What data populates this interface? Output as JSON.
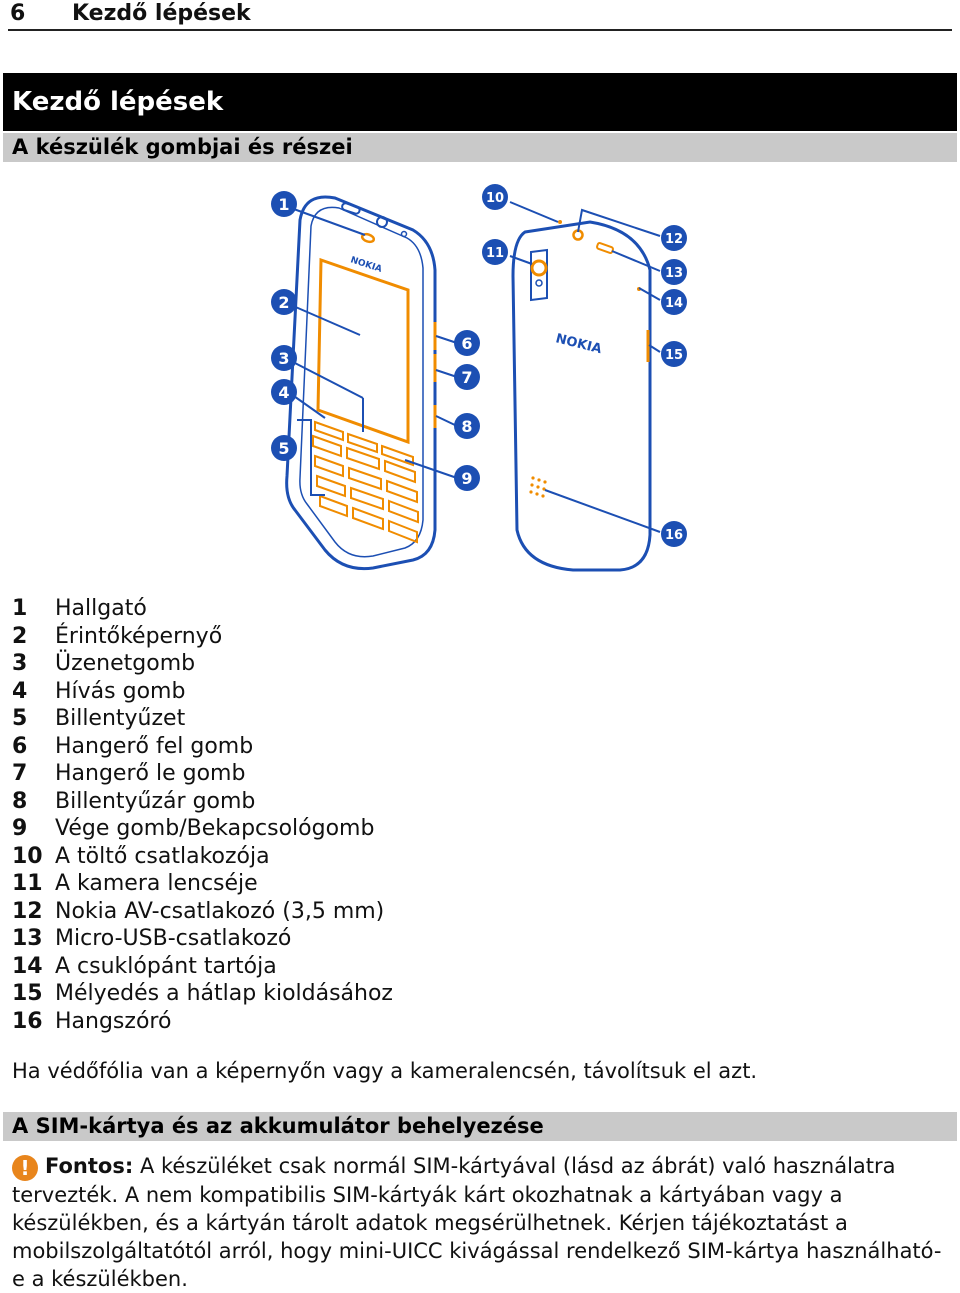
{
  "running_header": {
    "page_number": "6",
    "title": "Kezdő lépések"
  },
  "chapter_title": "Kezdő lépések",
  "sections": {
    "parts": "A készülék gombjai és részei",
    "sim": "A SIM-kártya és az akkumulátor behelyezése"
  },
  "diagram": {
    "brand_front": "NOKIA",
    "brand_back": "NOKIA",
    "callouts": [
      "1",
      "2",
      "3",
      "4",
      "5",
      "6",
      "7",
      "8",
      "9",
      "10",
      "11",
      "12",
      "13",
      "14",
      "15",
      "16"
    ]
  },
  "parts": [
    {
      "num": "1",
      "label": "Hallgató"
    },
    {
      "num": "2",
      "label": "Érintőképernyő"
    },
    {
      "num": "3",
      "label": "Üzenetgomb"
    },
    {
      "num": "4",
      "label": "Hívás gomb"
    },
    {
      "num": "5",
      "label": "Billentyűzet"
    },
    {
      "num": "6",
      "label": "Hangerő fel gomb"
    },
    {
      "num": "7",
      "label": "Hangerő le gomb"
    },
    {
      "num": "8",
      "label": "Billentyűzár gomb"
    },
    {
      "num": "9",
      "label": "Vége gomb/Bekapcsológomb"
    },
    {
      "num": "10",
      "label": "A töltő csatlakozója"
    },
    {
      "num": "11",
      "label": "A kamera lencséje"
    },
    {
      "num": "12",
      "label": "Nokia AV-csatlakozó (3,5 mm)"
    },
    {
      "num": "13",
      "label": "Micro-USB-csatlakozó"
    },
    {
      "num": "14",
      "label": "A csuklópánt tartója"
    },
    {
      "num": "15",
      "label": "Mélyedés a hátlap kioldásához"
    },
    {
      "num": "16",
      "label": "Hangszóró"
    }
  ],
  "note": "Ha védőfólia van a képernyőn vagy a kameralencsén, távolítsuk el azt.",
  "important": {
    "icon": "warning-icon",
    "label": "Fontos:",
    "text": "A készüléket csak normál SIM-kártyával (lásd az ábrát) való használatra tervezték. A nem kompatibilis SIM-kártyák kárt okozhatnak a kártyában vagy a készülékben, és a kártyán tárolt adatok megsérülhetnek. Kérjen tájékoztatást a mobilszolgáltatótól arról, hogy mini-UICC kivágással rendelkező SIM-kártya használható-e a készülékben."
  },
  "colors": {
    "outline": "#1c4fb3",
    "accent": "#f08c00",
    "callout": "#1c4fb3"
  }
}
